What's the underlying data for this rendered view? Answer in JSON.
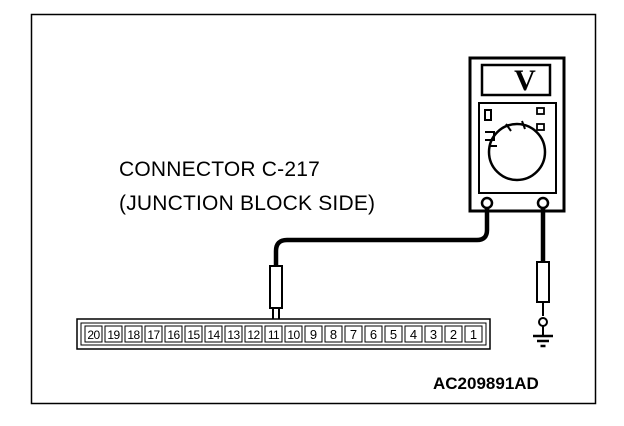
{
  "label": {
    "line1": "CONNECTOR C-217",
    "line2": "(JUNCTION BLOCK SIDE)"
  },
  "meter": {
    "symbol": "V"
  },
  "connector": {
    "pins": [
      "20",
      "19",
      "18",
      "17",
      "16",
      "15",
      "14",
      "13",
      "12",
      "11",
      "10",
      "9",
      "8",
      "7",
      "6",
      "5",
      "4",
      "3",
      "2",
      "1"
    ],
    "probed_pin": "11"
  },
  "figure_code": "AC209891AD"
}
